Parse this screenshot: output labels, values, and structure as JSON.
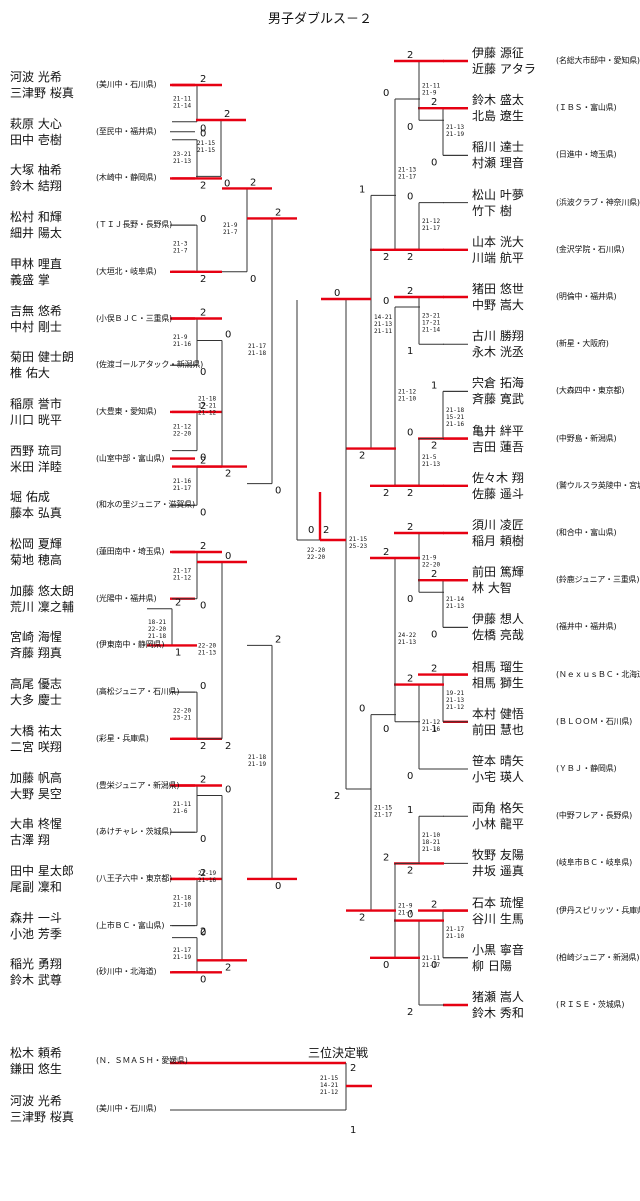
{
  "title": "男子ダブルス－２",
  "third_place_title": "三位決定戦",
  "left_entries": [
    {
      "p1": "河波 光希",
      "p2": "三津野 桜真",
      "team": "(美川中・石川県)"
    },
    {
      "p1": "萩原 大心",
      "p2": "田中 壱樹",
      "team": "(至民中・福井県)"
    },
    {
      "p1": "大塚 柚希",
      "p2": "鈴木 結翔",
      "team": "(木崎中・静岡県)"
    },
    {
      "p1": "松村 和輝",
      "p2": "細井 陽太",
      "team": "(ＴＩＪ長野・長野県)"
    },
    {
      "p1": "甲林 哩直",
      "p2": "義盛 掌",
      "team": "(大垣北・岐阜県)"
    },
    {
      "p1": "吉無 悠希",
      "p2": "中村 剛士",
      "team": "(小俣ＢＪＣ・三重県)"
    },
    {
      "p1": "菊田 健士朗",
      "p2": "椎 佑大",
      "team": "(佐渡ゴールアタック・新潟県)"
    },
    {
      "p1": "稲原 誉市",
      "p2": "川口 晄平",
      "team": "(大豊東・愛知県)"
    },
    {
      "p1": "西野 琉司",
      "p2": "米田 洋睦",
      "team": "(山室中部・富山県)"
    },
    {
      "p1": "堀 佑成",
      "p2": "藤本 弘真",
      "team": "(和水の里ジュニア・滋賀県)"
    },
    {
      "p1": "松岡 夏輝",
      "p2": "菊地 穂高",
      "team": "(蓮田南中・埼玉県)"
    },
    {
      "p1": "加藤 悠太朗",
      "p2": "荒川 凜之輔",
      "team": "(光陽中・福井県)"
    },
    {
      "p1": "宮崎 海惺",
      "p2": "斉藤 翔真",
      "team": "(伊東南中・静岡県)"
    },
    {
      "p1": "高尾 優志",
      "p2": "大多 慶士",
      "team": "(高松ジュニア・石川県)"
    },
    {
      "p1": "大橋 祐太",
      "p2": "二宮 咲翔",
      "team": "(彩星・兵庫県)"
    },
    {
      "p1": "加藤 帆高",
      "p2": "大野 昊空",
      "team": "(豊栄ジュニア・新潟県)"
    },
    {
      "p1": "大串 柊惺",
      "p2": "古澤 翔",
      "team": "(あけチャレ・茨城県)"
    },
    {
      "p1": "田中 星太郎",
      "p2": "尾副 凜和",
      "team": "(八王子六中・東京都)"
    },
    {
      "p1": "森井 一斗",
      "p2": "小池 芳季",
      "team": "(上市ＢＣ・富山県)"
    },
    {
      "p1": "稲光 勇翔",
      "p2": "鈴木 武尊",
      "team": "(砂川中・北海道)"
    }
  ],
  "right_entries": [
    {
      "p1": "伊藤 源征",
      "p2": "近藤 アタラ",
      "team": "(名総大市邸中・愛知県)"
    },
    {
      "p1": "鈴木 盛太",
      "p2": "北島 遼生",
      "team": "(ＩＢＳ・富山県)"
    },
    {
      "p1": "稲川 達士",
      "p2": "村瀬 理音",
      "team": "(日進中・埼玉県)"
    },
    {
      "p1": "松山 叶夢",
      "p2": "竹下 樹",
      "team": "(浜波クラブ・神奈川県)"
    },
    {
      "p1": "山本 洸大",
      "p2": "川端 航平",
      "team": "(金沢学院・石川県)"
    },
    {
      "p1": "猪田 悠世",
      "p2": "中野 嵩大",
      "team": "(明倫中・福井県)"
    },
    {
      "p1": "古川 勝翔",
      "p2": "永木 洸丞",
      "team": "(新星・大阪府)"
    },
    {
      "p1": "宍倉 拓海",
      "p2": "斉藤 寛武",
      "team": "(大森四中・東京都)"
    },
    {
      "p1": "亀井 絆平",
      "p2": "吉田 蓮吾",
      "team": "(中野島・新潟県)"
    },
    {
      "p1": "佐々木 翔",
      "p2": "佐藤 遥斗",
      "team": "(鷲ウルスラ英陵中・宮城県)"
    },
    {
      "p1": "須川 凌匠",
      "p2": "稲月 頼樹",
      "team": "(和合中・富山県)"
    },
    {
      "p1": "前田 篤輝",
      "p2": "林 大智",
      "team": "(鈴鹿ジュニア・三重県)"
    },
    {
      "p1": "伊藤 想人",
      "p2": "佐橋 亮哉",
      "team": "(福井中・福井県)"
    },
    {
      "p1": "相馬 瑠生",
      "p2": "相馬 獅生",
      "team": "(ＮｅｘｕｓＢＣ・北海道)"
    },
    {
      "p1": "本村 健悟",
      "p2": "前田 慧也",
      "team": "(ＢＬＯＯＭ・石川県)"
    },
    {
      "p1": "笹本 晴矢",
      "p2": "小宅 瑛人",
      "team": "(ＹＢＪ・静岡県)"
    },
    {
      "p1": "両角 格矢",
      "p2": "小林 龍平",
      "team": "(中野フレア・長野県)"
    },
    {
      "p1": "牧野 友陽",
      "p2": "井坂 遥真",
      "team": "(岐阜市ＢＣ・岐阜県)"
    },
    {
      "p1": "石本 琉惺",
      "p2": "谷川 生馬",
      "team": "(伊丹スピリッツ・兵庫県)"
    },
    {
      "p1": "小黒 寧音",
      "p2": "柳 日陽",
      "team": "(柏崎ジュニア・新潟県)"
    },
    {
      "p1": "猪瀬 嵩人",
      "p2": "鈴木 秀和",
      "team": "(ＲＩＳＥ・茨城県)"
    }
  ],
  "third_place_entries": [
    {
      "p1": "松木 頼希",
      "p2": "鎌田 悠生",
      "team": "(Ｎ．ＳＭＡＳＨ・愛媛県)"
    },
    {
      "p1": "河波 光希",
      "p2": "三津野 桜真",
      "team": "(美川中・石川県)"
    }
  ],
  "left_matches": [
    {
      "a": "21-11",
      "b": "21-14",
      "c": "",
      "wa": "2",
      "wb": "0"
    },
    {
      "a": "23-21",
      "b": "21-13",
      "c": "",
      "wa": "0",
      "wb": "2"
    },
    {
      "a": "21-15",
      "b": "21-15",
      "c": "",
      "wa": "2",
      "wb": "0"
    },
    {
      "a": "21-3",
      "b": "21-7",
      "c": "",
      "wa": "0",
      "wb": "2"
    },
    {
      "a": "21-9",
      "b": "21-7",
      "c": "",
      "wa": "2",
      "wb": "0"
    },
    {
      "a": "21-9",
      "b": "21-16",
      "c": "",
      "wa": "2",
      "wb": "0"
    },
    {
      "a": "21-18",
      "b": "17-21",
      "c": "21-12",
      "wa": "0",
      "wb": "2"
    },
    {
      "a": "21-12",
      "b": "22-20",
      "c": "",
      "wa": "2",
      "wb": "0"
    },
    {
      "a": "21-16",
      "b": "21-17",
      "c": "",
      "wa": "2",
      "wb": "0"
    },
    {
      "a": "21-17",
      "b": "21-18",
      "c": "",
      "wa": "2",
      "wb": "0"
    },
    {
      "a": "21-17",
      "b": "21-12",
      "c": "",
      "wa": "2",
      "wb": "0"
    },
    {
      "a": "18-21",
      "b": "22-20",
      "c": "21-18",
      "wa": "2",
      "wb": "1"
    },
    {
      "a": "22-20",
      "b": "21-13",
      "c": "",
      "wa": "0",
      "wb": "2"
    },
    {
      "a": "22-20",
      "b": "23-21",
      "c": "",
      "wa": "0",
      "wb": "2"
    },
    {
      "a": "21-18",
      "b": "21-19",
      "c": "",
      "wa": "2",
      "wb": "0"
    },
    {
      "a": "21-11",
      "b": "21-6",
      "c": "",
      "wa": "2",
      "wb": "0"
    },
    {
      "a": "21-19",
      "b": "21-16",
      "c": "",
      "wa": "0",
      "wb": "2"
    },
    {
      "a": "21-18",
      "b": "21-10",
      "c": "",
      "wa": "2",
      "wb": "0"
    },
    {
      "a": "21-17",
      "b": "21-19",
      "c": "",
      "wa": "2",
      "wb": "0"
    }
  ],
  "right_matches": [
    {
      "a": "21-11",
      "b": "21-9",
      "c": "",
      "wa": "2",
      "wb": "0"
    },
    {
      "a": "21-13",
      "b": "21-19",
      "c": "",
      "wa": "2",
      "wb": "0"
    },
    {
      "a": "21-13",
      "b": "21-17",
      "c": "",
      "wa": "0",
      "wb": "2"
    },
    {
      "a": "21-12",
      "b": "21-17",
      "c": "",
      "wa": "0",
      "wb": "2"
    },
    {
      "a": "14-21",
      "b": "21-13",
      "c": "21-11",
      "wa": "1",
      "wb": "2"
    },
    {
      "a": "23-21",
      "b": "17-21",
      "c": "21-14",
      "wa": "2",
      "wb": "1"
    },
    {
      "a": "21-18",
      "b": "15-21",
      "c": "21-16",
      "wa": "1",
      "wb": "2"
    },
    {
      "a": "21-5",
      "b": "21-13",
      "c": "",
      "wa": "0",
      "wb": "2"
    },
    {
      "a": "21-12",
      "b": "21-10",
      "c": "",
      "wa": "0",
      "wb": "2"
    },
    {
      "a": "21-15",
      "b": "25-23",
      "c": "",
      "wa": "0",
      "wb": "2"
    },
    {
      "a": "21-9",
      "b": "22-20",
      "c": "",
      "wa": "2",
      "wb": "0"
    },
    {
      "a": "21-14",
      "b": "21-13",
      "c": "",
      "wa": "2",
      "wb": "0"
    },
    {
      "a": "24-22",
      "b": "21-13",
      "c": "",
      "wa": "2",
      "wb": "0"
    },
    {
      "a": "19-21",
      "b": "21-13",
      "c": "21-12",
      "wa": "2",
      "wb": "1"
    },
    {
      "a": "21-12",
      "b": "21-16",
      "c": "",
      "wa": "2",
      "wb": "0"
    },
    {
      "a": "21-15",
      "b": "21-17",
      "c": "",
      "wa": "0",
      "wb": "2"
    },
    {
      "a": "21-10",
      "b": "18-21",
      "c": "21-18",
      "wa": "1",
      "wb": "2"
    },
    {
      "a": "21-9",
      "b": "21-7",
      "c": "",
      "wa": "2",
      "wb": "0"
    },
    {
      "a": "21-17",
      "b": "21-10",
      "c": "",
      "wa": "2",
      "wb": "0"
    },
    {
      "a": "21-11",
      "b": "21-17",
      "c": "",
      "wa": "0",
      "wb": "2"
    }
  ],
  "final_match": {
    "a": "22-20",
    "b": "22-20",
    "wl": "0",
    "wr": "2"
  },
  "third_place_match": {
    "a": "21-15",
    "b": "14-21",
    "c": "21-12",
    "wa": "2",
    "wb": "1"
  }
}
